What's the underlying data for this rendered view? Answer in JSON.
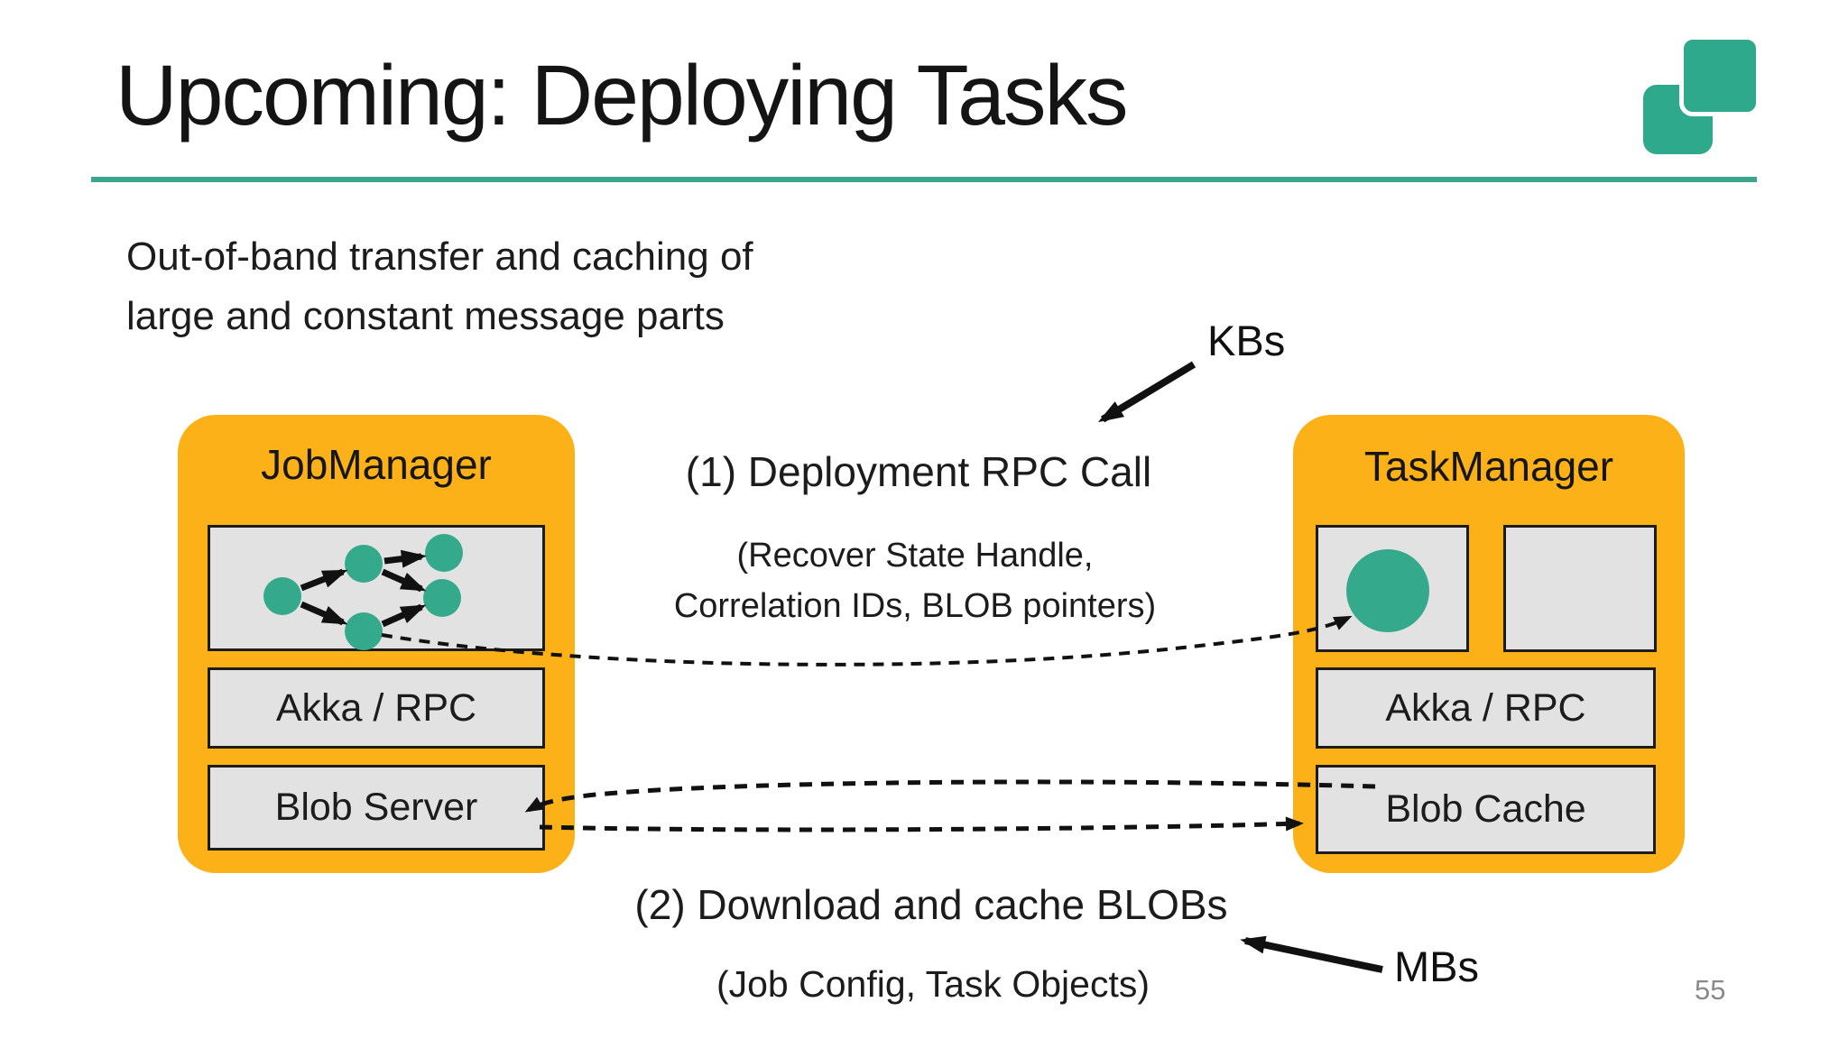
{
  "slide": {
    "title": "Upcoming: Deploying Tasks",
    "subtitle_line1": "Out-of-band transfer and caching of",
    "subtitle_line2": "large and constant message parts",
    "page_number": "55"
  },
  "annotations": {
    "kbs_label": "KBs",
    "mbs_label": "MBs",
    "step1": "(1) Deployment RPC Call",
    "step1_detail_line1": "(Recover State Handle,",
    "step1_detail_line2": "Correlation IDs, BLOB pointers)",
    "step2": "(2) Download and cache BLOBs",
    "step2_detail": "(Job Config, Task Objects)"
  },
  "jobmanager": {
    "title": "JobManager",
    "components": {
      "akka": "Akka / RPC",
      "blob": "Blob Server"
    }
  },
  "taskmanager": {
    "title": "TaskManager",
    "components": {
      "akka": "Akka / RPC",
      "blob": "Blob Cache"
    }
  },
  "colors": {
    "accent_orange": "#FBB117",
    "accent_teal": "#2EA98C",
    "node_teal": "#35A98C",
    "box_gray": "#E2E2E2",
    "underline_teal": "#3BA58D",
    "page_number_gray": "#8a8a8a"
  }
}
